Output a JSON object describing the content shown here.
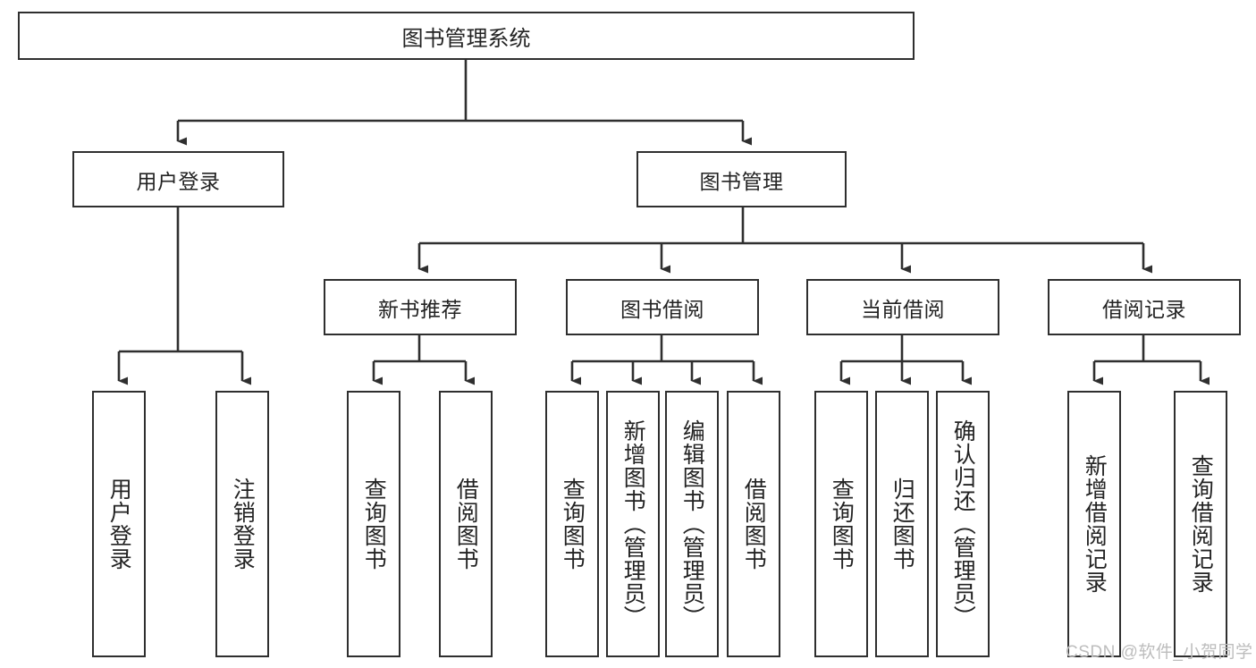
{
  "diagram": {
    "type": "tree-hierarchy",
    "title": "图书管理系统",
    "root": {
      "label": "图书管理系统"
    },
    "level2": [
      {
        "id": "user-login",
        "label": "用户登录"
      },
      {
        "id": "book-management",
        "label": "图书管理"
      }
    ],
    "level3": [
      {
        "id": "new-book-recommend",
        "label": "新书推荐",
        "parent": "book-management"
      },
      {
        "id": "book-borrow",
        "label": "图书借阅",
        "parent": "book-management"
      },
      {
        "id": "current-borrow",
        "label": "当前借阅",
        "parent": "book-management"
      },
      {
        "id": "borrow-record",
        "label": "借阅记录",
        "parent": "book-management"
      }
    ],
    "leaves": {
      "user_login": [
        {
          "id": "leaf-user-login",
          "label": "用户登录"
        },
        {
          "id": "leaf-user-logout",
          "label": "注销登录"
        }
      ],
      "new_book_recommend": [
        {
          "id": "leaf-query-book-1",
          "label": "查询图书"
        },
        {
          "id": "leaf-borrow-book-1",
          "label": "借阅图书"
        }
      ],
      "book_borrow": [
        {
          "id": "leaf-query-book-2",
          "label": "查询图书"
        },
        {
          "id": "leaf-add-book",
          "label": "新增图书（管理员）"
        },
        {
          "id": "leaf-edit-book",
          "label": "编辑图书（管理员）"
        },
        {
          "id": "leaf-borrow-book-2",
          "label": "借阅图书"
        }
      ],
      "current_borrow": [
        {
          "id": "leaf-query-book-3",
          "label": "查询图书"
        },
        {
          "id": "leaf-return-book",
          "label": "归还图书"
        },
        {
          "id": "leaf-confirm-return",
          "label": "确认归还（管理员）"
        }
      ],
      "borrow_record": [
        {
          "id": "leaf-add-record",
          "label": "新增借阅记录"
        },
        {
          "id": "leaf-query-record",
          "label": "查询借阅记录"
        }
      ]
    },
    "watermark": "CSDN @软件_小贺同学",
    "colors": {
      "stroke": "#2f2f2f",
      "text": "#232323",
      "background": "#ffffff",
      "watermark": "#bdbdbd"
    }
  }
}
